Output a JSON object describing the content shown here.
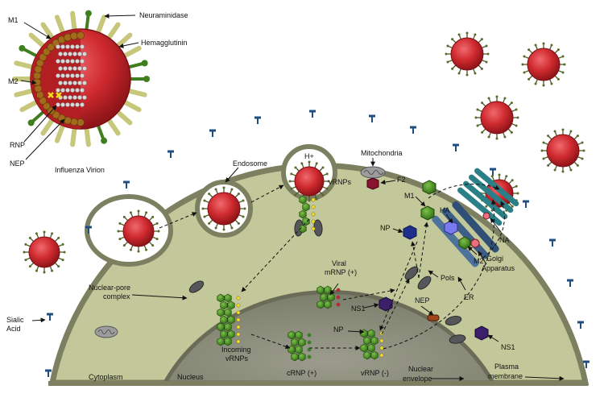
{
  "labels": {
    "neuraminidase": "Neuraminidase",
    "hemagglutinin": "Hemagglutinin",
    "m1_virion": "M1",
    "m2_virion": "M2",
    "rnp": "RNP",
    "nep_virion": "NEP",
    "influenza_virion": "Influenza Virion",
    "endosome": "Endosome",
    "h_plus": "H+",
    "vrnps": "vRNPs",
    "mitochondria": "Mitochondria",
    "f2": "F2",
    "m1_cell": "M1",
    "np_cell": "NP",
    "ha": "HA",
    "na": "NA",
    "golgi_line1": "Golgi",
    "golgi_line2": "Apparatus",
    "m2_cell": "M2",
    "pols": "Pols",
    "er": "ER",
    "viral_mrnp_line1": "Viral",
    "viral_mrnp_line2": "mRNP (+)",
    "nuclear_pore_line1": "Nuclear-pore",
    "nuclear_pore_line2": "complex",
    "ns1_nucleus": "NS1",
    "nep_cell": "NEP",
    "np_nucleus": "NP",
    "ns1_cytoplasm": "NS1",
    "incoming_line1": "Incoming",
    "incoming_line2": "vRNPs",
    "crnp": "cRNP (+)",
    "vrnp_minus": "vRNP (-)",
    "nuclear_env_line1": "Nuclear",
    "nuclear_env_line2": "envelope",
    "plasma_line1": "Plasma",
    "plasma_line2": "membrane",
    "sialic_line1": "Sialic",
    "sialic_line2": "Acid",
    "cytoplasm": "Cytoplasm",
    "nucleus": "Nucleus"
  },
  "colors": {
    "cell_fill": "#c3c89a",
    "cell_border": "#7d8060",
    "nucleus_fill": "#888a78",
    "virion_red": "#c8252a",
    "rnp_green": "#3f7f1e",
    "np_blue": "#1e2f8c",
    "ns1_purple": "#3b1f6b",
    "golgi_teal": "#2b7f86",
    "er_blue": "#3c5d86",
    "sialic_blue": "#204e80",
    "rna_yellow": "#f1dd1d"
  }
}
